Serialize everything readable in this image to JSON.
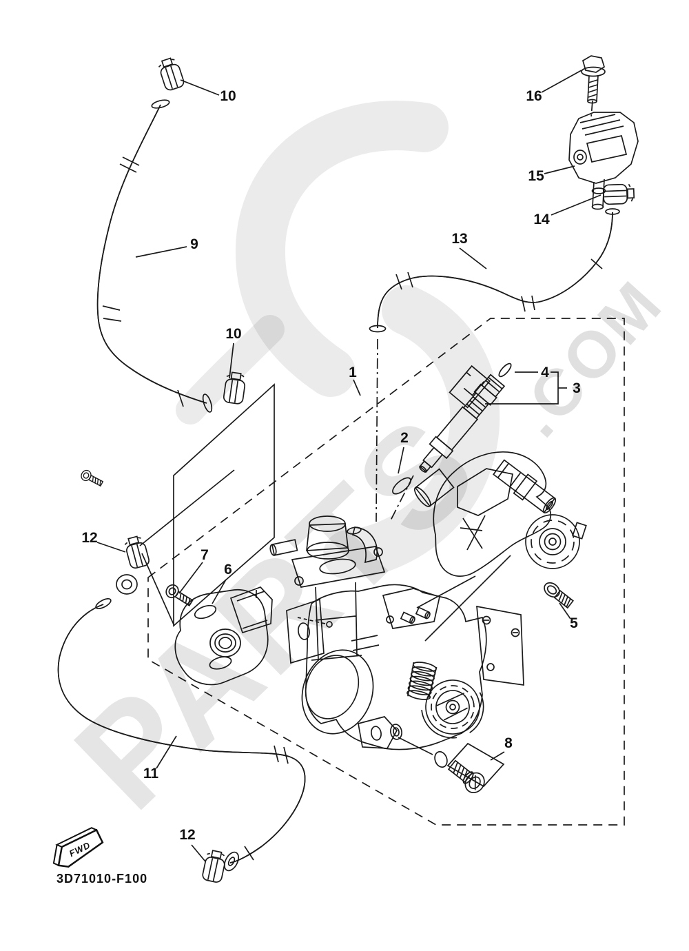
{
  "diagram": {
    "title_code": "3D71010-F100",
    "fwd_label": "FWD",
    "watermark": {
      "text": "PARTS",
      "suffix": ".COM",
      "logo": "s-swoosh-logo"
    },
    "colors": {
      "line": "#1b1b1b",
      "background": "#ffffff",
      "watermark_logo": "#ebebeb",
      "watermark_text": "#e3e3e3"
    },
    "callouts": [
      {
        "number": "10"
      },
      {
        "number": "9"
      },
      {
        "number": "10"
      },
      {
        "number": "16"
      },
      {
        "number": "15"
      },
      {
        "number": "14"
      },
      {
        "number": "13"
      },
      {
        "number": "1"
      },
      {
        "number": "4"
      },
      {
        "number": "3"
      },
      {
        "number": "2"
      },
      {
        "number": "12"
      },
      {
        "number": "7"
      },
      {
        "number": "6"
      },
      {
        "number": "5"
      },
      {
        "number": "8"
      },
      {
        "number": "11"
      },
      {
        "number": "12"
      }
    ]
  }
}
